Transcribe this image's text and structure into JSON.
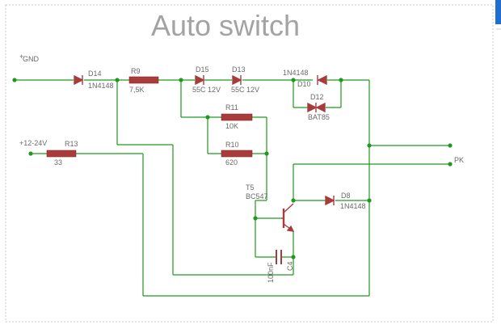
{
  "title": "Auto switch",
  "labels": {
    "gnd": "GND",
    "v_in": "+12-24V",
    "pk": "PK",
    "d14_ref": "D14",
    "d14_val": "1N4148",
    "r9_ref": "R9",
    "r9_val": "7,5K",
    "d15_ref": "D15",
    "d15_val": "55C 12V",
    "d13_ref": "D13",
    "d13_val": "55C 12V",
    "d10_ref": "D10",
    "d10_val": "1N4148",
    "d12_ref": "D12",
    "d12_val": "BAT85",
    "r11_ref": "R11",
    "r11_val": "10K",
    "r10_ref": "R10",
    "r10_val": "620",
    "r13_ref": "R13",
    "r13_val": "33",
    "t5_ref": "T5",
    "t5_val": "BC547",
    "d8_ref": "D8",
    "d8_val": "1N4148",
    "c4_ref": "C4",
    "c4_val": "100nF"
  },
  "colors": {
    "wire": "#1f9a1f",
    "component": "#a83c3c",
    "label": "#6a6a6a",
    "title": "#a3a3a3",
    "accent_bar": "#1e6fd0"
  }
}
